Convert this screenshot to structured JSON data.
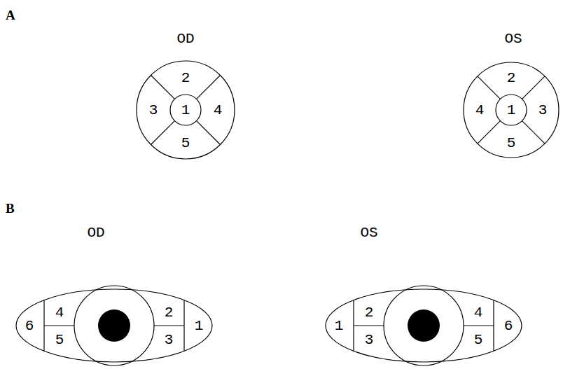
{
  "diagram": {
    "labels": [
      "A",
      "OD",
      "OS",
      "2",
      "3",
      "1",
      "4",
      "5",
      "2",
      "4",
      "1",
      "3",
      "5",
      "B",
      "OD",
      "OS",
      "6",
      "4",
      "5",
      "2",
      "3",
      "1",
      "1",
      "2",
      "3",
      "4",
      "5",
      "6"
    ]
  }
}
